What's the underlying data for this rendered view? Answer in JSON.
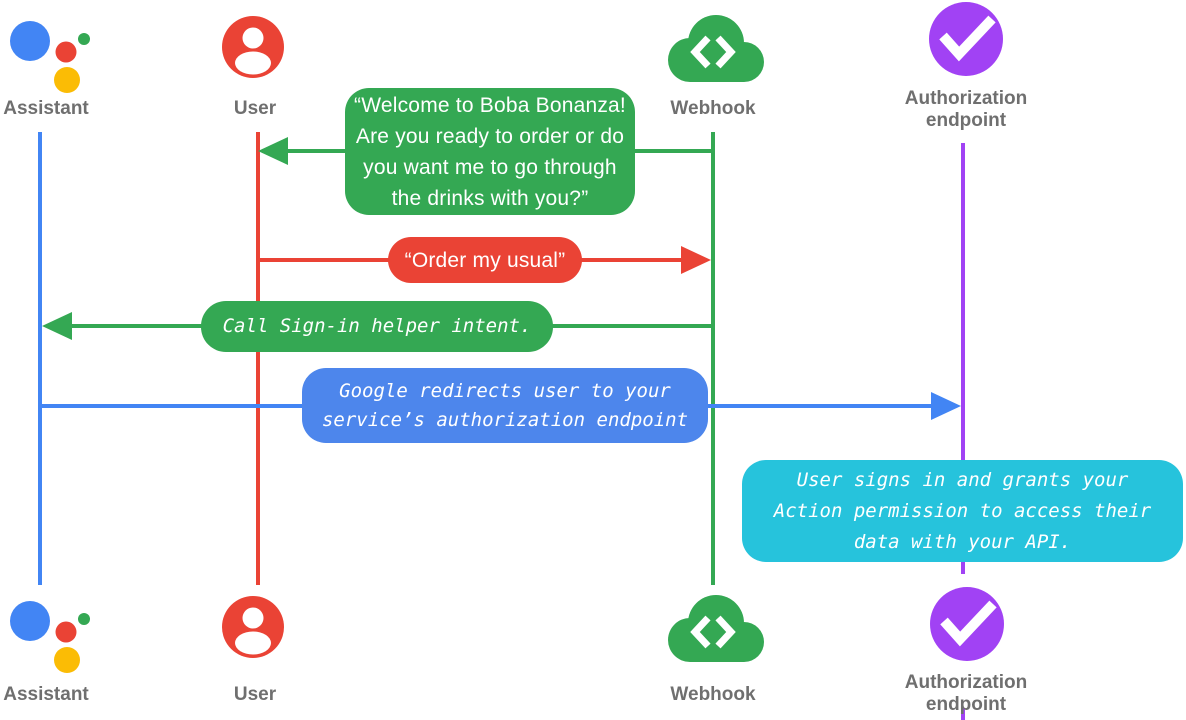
{
  "colors": {
    "blue": "#4285F4",
    "bubbleblue": "#4D86EC",
    "red": "#EA4335",
    "green": "#34A853",
    "yellow": "#FBBC05",
    "purple": "#A142F4",
    "cyan": "#26C3DC",
    "gray": "#6F6F6F"
  },
  "actors": {
    "assistant": {
      "label": "Assistant",
      "icon": "google-assistant-icon"
    },
    "user": {
      "label": "User",
      "icon": "user-icon"
    },
    "webhook": {
      "label": "Webhook",
      "icon": "cloud-code-icon"
    },
    "auth": {
      "label": "Authorization endpoint",
      "icon": "check-circle-icon"
    }
  },
  "messages": {
    "welcome": {
      "from": "Webhook",
      "to": "User",
      "color": "green",
      "text": "“Welcome to Boba Bonanza! Are you ready to order or do you want me to go through the drinks with you?”",
      "lines": [
        "“Welcome to Boba Bonanza!",
        "Are you ready to order or do",
        "you want me to go through",
        "the drinks with you?”"
      ]
    },
    "order": {
      "from": "User",
      "to": "Webhook",
      "color": "red",
      "text": "“Order my usual”",
      "lines": [
        "“Order my usual”"
      ]
    },
    "signin": {
      "from": "Webhook",
      "to": "Assistant",
      "color": "green",
      "text": "Call Sign-in helper intent.",
      "lines": [
        "Call Sign-in helper intent."
      ]
    },
    "redirect": {
      "from": "Assistant",
      "to": "Authorization endpoint",
      "color": "blue",
      "text": "Google redirects user to your service’s authorization endpoint",
      "lines": [
        "Google redirects user to your",
        "service’s authorization endpoint"
      ]
    },
    "grant": {
      "from": "Authorization endpoint",
      "to": "Authorization endpoint",
      "color": "cyan",
      "text": "User signs in and grants your Action permission to access their data with your API.",
      "lines": [
        "User signs in and grants your",
        "Action permission to access their",
        "data with your API."
      ]
    }
  }
}
